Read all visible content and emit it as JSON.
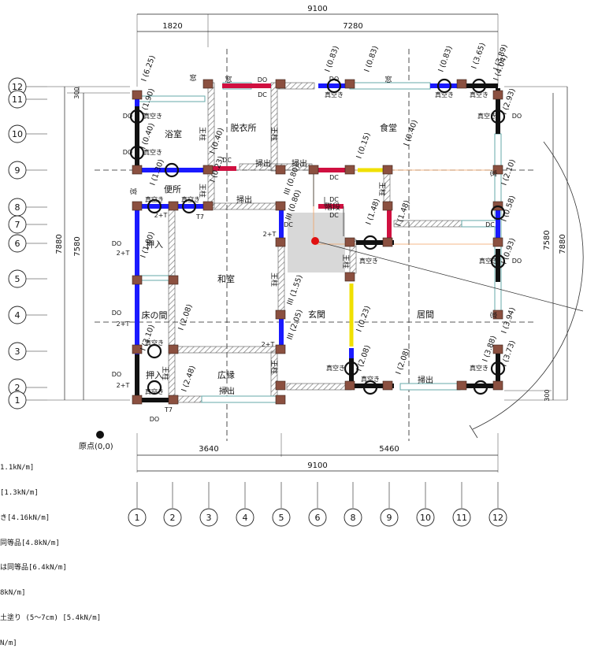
{
  "dimensions": {
    "top_total": "9100",
    "top_left": "1820",
    "top_right": "7280",
    "bottom_left": "3640",
    "bottom_right": "5460",
    "bottom_total": "9100",
    "left_outer": "7880",
    "left_inner": "7580",
    "left_small": "300",
    "right_outer": "7880",
    "right_inner": "7580",
    "right_small": "300"
  },
  "grid_rows": [
    "12",
    "11",
    "10",
    "9",
    "8",
    "7",
    "6",
    "5",
    "4",
    "3",
    "2",
    "1"
  ],
  "grid_cols": [
    "1",
    "2",
    "3",
    "4",
    "5",
    "6",
    "8",
    "9",
    "10",
    "11",
    "12"
  ],
  "rooms": {
    "bath": "浴室",
    "dressing": "脱衣所",
    "dining": "食堂",
    "toilet": "便所",
    "stairs": "階段",
    "closet1": "押入",
    "washitsu": "和室",
    "entrance": "玄関",
    "living": "居間",
    "tokonoma": "床の間",
    "closet2": "押入",
    "engawa": "広縁"
  },
  "labels": {
    "mado": "窓",
    "hakidashi": "掃出",
    "dc": "DC",
    "do": "DO",
    "shinkabe": "真空き",
    "bashira": "王柱",
    "two_t": "2+T",
    "t7": "T7",
    "origin": "原点(0,0)"
  },
  "wall_values": [
    "I (6.25)",
    "I (0.83)",
    "I (0.83)",
    "I (0.83)",
    "I (3.65)",
    "I (3.89)",
    "I (4.04)",
    "I (1.90)",
    "I (0.40)",
    "I (0.40)",
    "I (0.23)",
    "III (0.80)",
    "III (0.80)",
    "I (0.15)",
    "I (0.40)",
    "I (2.93)",
    "I (2.10)",
    "I (0.58)",
    "I (0.93)",
    "I (1.48)",
    "I (1.48)",
    "I (1.00)",
    "III (1.55)",
    "III (2.05)",
    "I (0.23)",
    "I (2.08)",
    "I (2.48)",
    "I (3.10)",
    "I (2.08)",
    "I (2.08)",
    "I (3.94)",
    "I (3.73)",
    "I (3.88)",
    "I (1.30)"
  ],
  "legend": [
    "1.1kN/m]",
    "[1.3kN/m]",
    "き[4.16kN/m]",
    "同等品[4.8kN/m]",
    "は同等品[6.4kN/m]",
    "8kN/m]",
    "土塗り (5～7cm) [5.4kN/m]",
    "N/m]"
  ]
}
